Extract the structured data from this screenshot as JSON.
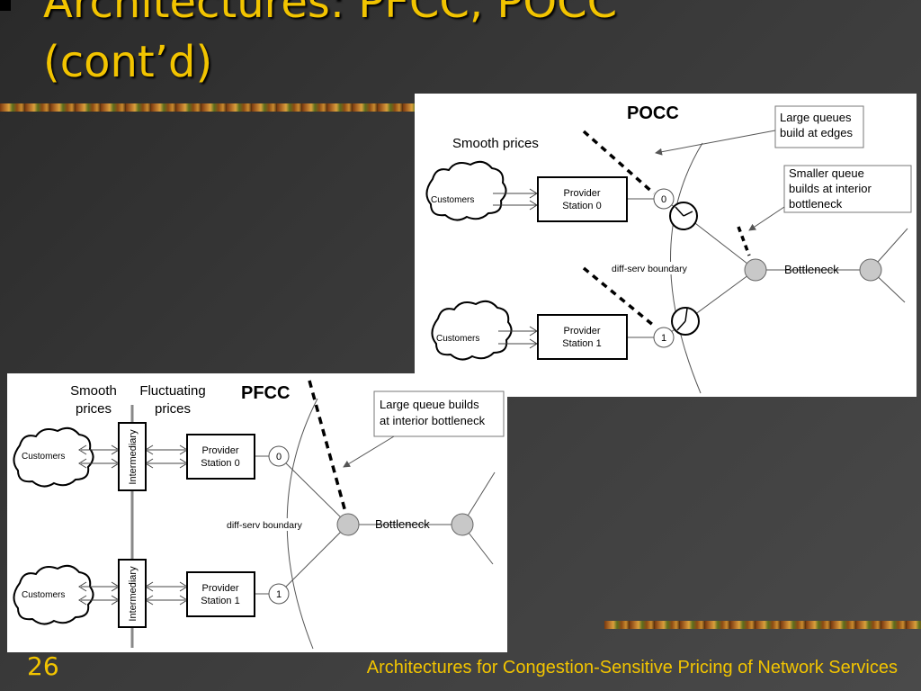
{
  "slide": {
    "title_line1": "Architectures: PFCC, POCC",
    "title_line2": "(cont’d)",
    "number": "26",
    "footer": "Architectures for Congestion-Sensitive Pricing of Network Services"
  },
  "pocc": {
    "title": "POCC",
    "smooth_prices": "Smooth prices",
    "callout_edges_line1": "Large queues",
    "callout_edges_line2": "build at edges",
    "callout_interior_line1": "Smaller queue",
    "callout_interior_line2": "builds at interior",
    "callout_interior_line3": "bottleneck",
    "customers_top": "Customers",
    "customers_bottom": "Customers",
    "station0_line1": "Provider",
    "station0_line2": "Station 0",
    "station1_line1": "Provider",
    "station1_line2": "Station 1",
    "node0": "0",
    "node1": "1",
    "diffserv": "diff-serv boundary",
    "bottleneck": "Bottleneck"
  },
  "pfcc": {
    "title": "PFCC",
    "smooth_line1": "Smooth",
    "smooth_line2": "prices",
    "fluct_line1": "Fluctuating",
    "fluct_line2": "prices",
    "callout_line1": "Large queue builds",
    "callout_line2": "at interior bottleneck",
    "customers_top": "Customers",
    "customers_bottom": "Customers",
    "intermediary_top": "Intermediary",
    "intermediary_bottom": "Intermediary",
    "station0_line1": "Provider",
    "station0_line2": "Station 0",
    "station1_line1": "Provider",
    "station1_line2": "Station 1",
    "node0": "0",
    "node1": "1",
    "diffserv": "diff-serv boundary",
    "bottleneck": "Bottleneck"
  }
}
